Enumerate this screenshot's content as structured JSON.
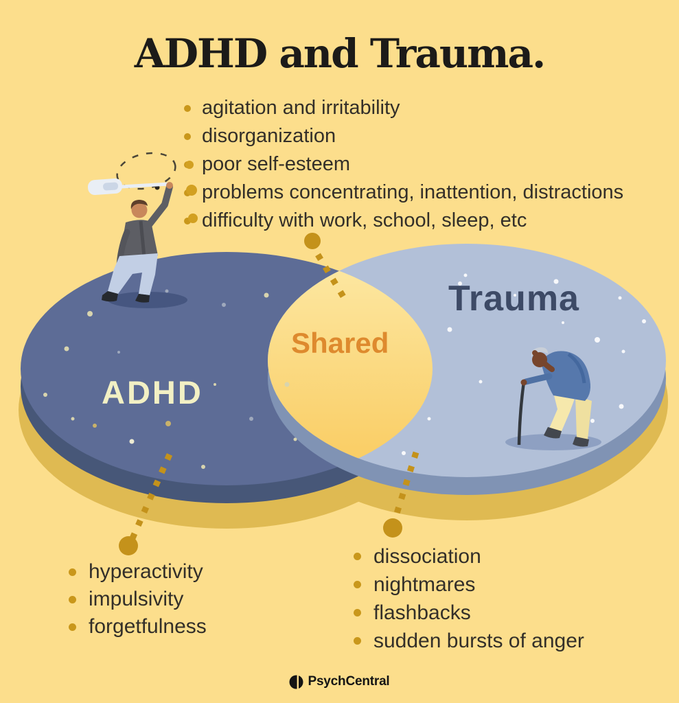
{
  "title": {
    "text": "ADHD and Trauma."
  },
  "shared_list": {
    "items": [
      "agitation and irritability",
      "disorganization",
      "poor self-esteem",
      "problems concentrating, inattention, distractions",
      "difficulty with work, school, sleep, etc"
    ]
  },
  "venn": {
    "left_label": "ADHD",
    "overlap_label": "Shared",
    "right_label": "Trauma"
  },
  "adhd_list": {
    "items": [
      "hyperactivity",
      "impulsivity",
      "forgetfulness"
    ]
  },
  "trauma_list": {
    "items": [
      "dissociation",
      "nightmares",
      "flashbacks",
      "sudden bursts of anger"
    ]
  },
  "footer": {
    "brand": "PsychCentral"
  },
  "icons": {
    "brand_mark": "psychcentral-logo-icon",
    "bullet": "bullet-dot-icon",
    "left_illustration": "man-swatting-fly-illustration",
    "right_illustration": "elderly-man-with-cane-illustration"
  },
  "colors": {
    "background": "#FCDE8C",
    "title_text": "#1C1B19",
    "body_text": "#332F29",
    "bullet": "#C9971B",
    "connector": "#C4921B",
    "adhd_circle": "#5D6C96",
    "adhd_circle_side": "#475778",
    "trauma_circle": "#B2C0D8",
    "trauma_circle_side": "#8093B4",
    "disc_shadow": "#DFBA52",
    "overlap_top": "#FDEAA8",
    "overlap_bottom": "#F9CB5F",
    "adhd_label": "#F2F0C4",
    "trauma_label": "#3D4A66",
    "shared_label": "#DE8A2E"
  }
}
